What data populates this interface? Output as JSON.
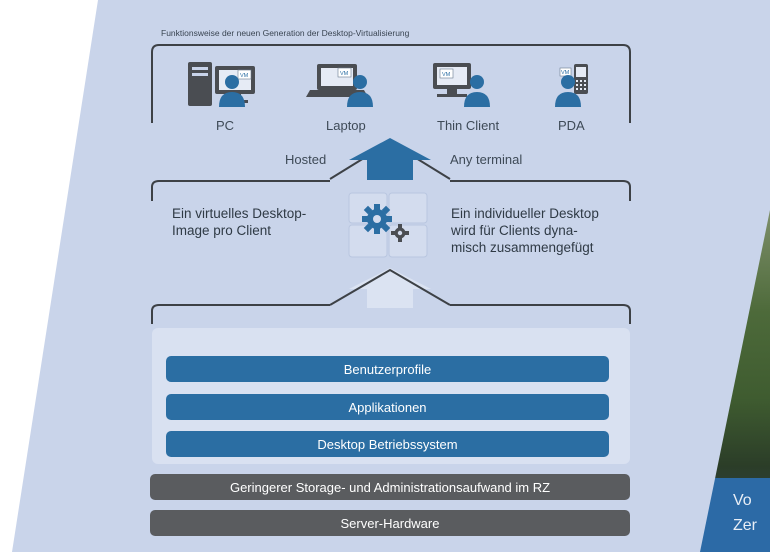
{
  "title": "Funktionsweise der neuen Generation der Desktop-Virtualisierung",
  "devices": [
    "PC",
    "Laptop",
    "Thin Client",
    "PDA"
  ],
  "connection": {
    "left": "Hosted",
    "right": "Any terminal"
  },
  "middle": {
    "left_text_1": "Ein virtuelles Desktop-",
    "left_text_2": "Image pro Client",
    "right_text_1": "Ein individueller Desktop",
    "right_text_2": "wird für Clients dyna-",
    "right_text_3": "misch zusammengefügt"
  },
  "stack": [
    "Benutzerprofile",
    "Applikationen",
    "Desktop Betriebssystem"
  ],
  "bottom": [
    "Geringerer Storage- und Administrationsaufwand im RZ",
    "Server-Hardware"
  ],
  "photo_caption": [
    "Vo",
    "Zer"
  ],
  "icon_tag": "VM",
  "colors": {
    "panel": "#c9d4ea",
    "blue": "#2b6ea3",
    "grey": "#5a5c5f",
    "inner": "#d9e1f1"
  }
}
